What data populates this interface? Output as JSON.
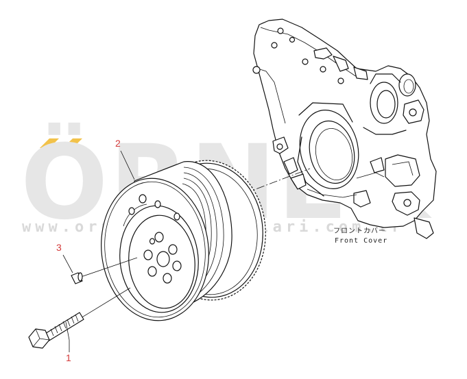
{
  "watermark": {
    "brand": "ÖRNEK",
    "url": "www.orneksinmakinalari.com.tr",
    "accent_color": "#f2c24a"
  },
  "callouts": [
    {
      "id": "1",
      "label": "1"
    },
    {
      "id": "2",
      "label": "2"
    },
    {
      "id": "3",
      "label": "3"
    }
  ],
  "front_cover": {
    "label_jp": "フロントカバー",
    "label_en": "Front Cover"
  },
  "colors": {
    "callout": "#d43a3a",
    "line": "#111111",
    "watermark": "#e6e6e6"
  }
}
